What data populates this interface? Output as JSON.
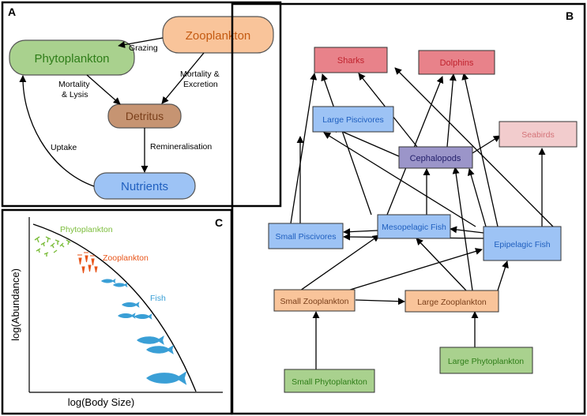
{
  "panels": {
    "a": "A",
    "b": "B",
    "c": "C"
  },
  "panel_a": {
    "nodes": {
      "phytoplankton": {
        "label": "Phytoplankton",
        "fill": "#a9d18e",
        "text": "#2e7d18"
      },
      "zooplankton": {
        "label": "Zooplankton",
        "fill": "#f9c49a",
        "text": "#c45a11"
      },
      "detritus": {
        "label": "Detritus",
        "fill": "#c69472",
        "text": "#7a3f1a"
      },
      "nutrients": {
        "label": "Nutrients",
        "fill": "#9dc3f5",
        "text": "#1f5fbf"
      }
    },
    "edge_labels": {
      "grazing": "Grazing",
      "mortality_lysis_1": "Mortality",
      "mortality_lysis_2": "& Lysis",
      "mortality_excretion_1": "Mortality &",
      "mortality_excretion_2": "Excretion",
      "remineralisation": "Remineralisation",
      "uptake": "Uptake"
    }
  },
  "panel_b": {
    "nodes": {
      "sharks": {
        "label": "Sharks",
        "fill": "#e8828a",
        "text": "#c0232e"
      },
      "dolphins": {
        "label": "Dolphins",
        "fill": "#e8828a",
        "text": "#c0232e"
      },
      "large_pisc": {
        "label": "Large Piscivores",
        "fill": "#9dc3f5",
        "text": "#1f5fbf"
      },
      "seabirds": {
        "label": "Seabirds",
        "fill": "#f2cccd",
        "text": "#d47378"
      },
      "cephalopods": {
        "label": "Cephalopods",
        "fill": "#9b95c9",
        "text": "#24206b"
      },
      "mesopelagic": {
        "label": "Mesopelagic Fish",
        "fill": "#9dc3f5",
        "text": "#1f5fbf"
      },
      "small_pisc": {
        "label": "Small Piscivores",
        "fill": "#9dc3f5",
        "text": "#1f5fbf"
      },
      "epipelagic": {
        "label": "Epipelagic Fish",
        "fill": "#9dc3f5",
        "text": "#1f5fbf"
      },
      "small_zoo": {
        "label": "Small Zooplankton",
        "fill": "#f9c49a",
        "text": "#7a3f1a"
      },
      "large_zoo": {
        "label": "Large Zooplankton",
        "fill": "#f9c49a",
        "text": "#7a3f1a"
      },
      "small_phyto": {
        "label": "Small Phytoplankton",
        "fill": "#a9d18e",
        "text": "#2e7d18"
      },
      "large_phyto": {
        "label": "Large Phytoplankton",
        "fill": "#a9d18e",
        "text": "#2e7d18"
      }
    }
  },
  "panel_c": {
    "ylabel": "log(Abundance)",
    "xlabel": "log(Body Size)",
    "groups": {
      "phyto": {
        "label": "Phytoplankton",
        "color": "#7cbd3c"
      },
      "zoo": {
        "label": "Zooplankton",
        "color": "#e8551a"
      },
      "fish": {
        "label": "Fish",
        "color": "#3a9fd6"
      }
    }
  }
}
